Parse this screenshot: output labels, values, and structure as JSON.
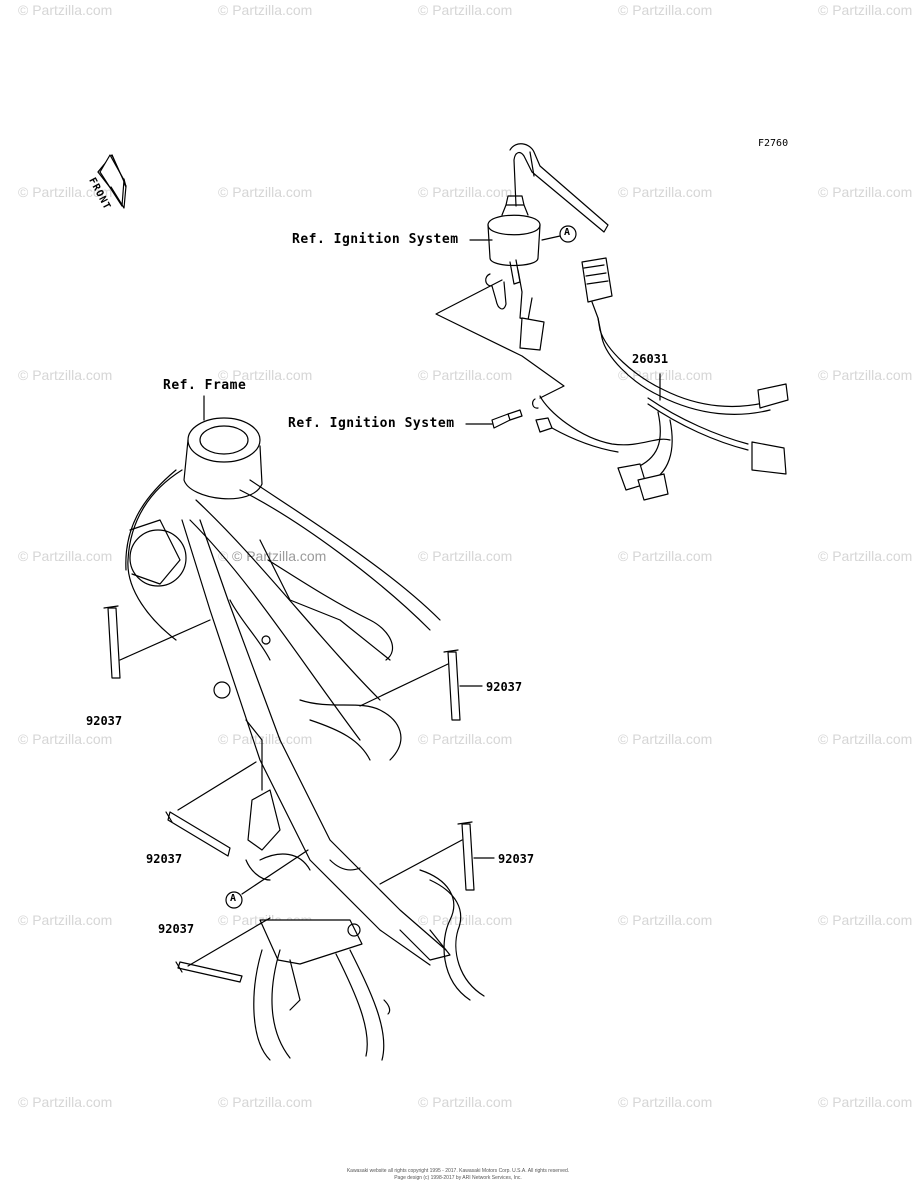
{
  "watermark": "© Partzilla.com",
  "figure_code": "F2760",
  "front_label": "FRONT",
  "callout_letter": "A",
  "labels": {
    "ignition_upper": "Ref. Ignition System",
    "ignition_lower": "Ref. Ignition System",
    "frame": "Ref. Frame"
  },
  "parts": {
    "harness": "26031",
    "band_left_upper": "92037",
    "band_right_upper": "92037",
    "band_left_mid": "92037",
    "band_right_lower": "92037",
    "band_left_lower": "92037"
  },
  "footer": {
    "line1": "Kawasaki website all rights copyright 1995 - 2017. Kawasaki Motors Corp. U.S.A. All rights reserved.",
    "line2": "Page design (c) 1998-2017 by ARI Network Services, Inc."
  }
}
